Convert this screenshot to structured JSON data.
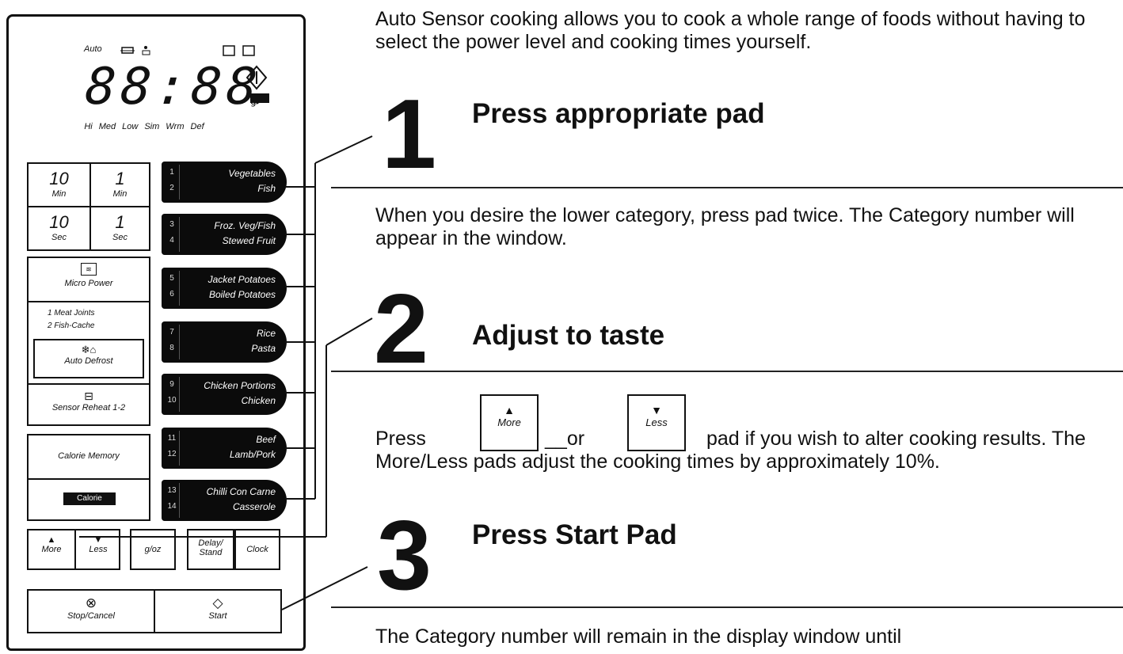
{
  "intro": "Auto Sensor cooking allows you to cook a whole range of foods without having to select the power level and cooking times yourself.",
  "steps": [
    {
      "number": "1",
      "heading": "Press appropriate pad",
      "body": "When you desire the lower category, press pad twice. The Category number will appear in the window."
    },
    {
      "number": "2",
      "heading": "Adjust to taste",
      "body_pre": "Press",
      "body_or": "or",
      "body_post": "pad if you wish to alter cooking results. The More/Less pads adjust the cooking times by approximately 10%."
    },
    {
      "number": "3",
      "heading": "Press Start Pad",
      "body": "The Category number will remain in the display window until"
    }
  ],
  "inline_pads": {
    "more": "More",
    "less": "Less"
  },
  "panel": {
    "display": {
      "top_indicators": [
        "Auto"
      ],
      "digits": "88:88",
      "bottom_indicators": [
        "Hi",
        "Med",
        "Low",
        "Sim",
        "Wrm",
        "Def"
      ]
    },
    "time_pads": [
      {
        "value": "10",
        "unit": "Min"
      },
      {
        "value": "1",
        "unit": "Min"
      },
      {
        "value": "10",
        "unit": "Sec"
      },
      {
        "value": "1",
        "unit": "Sec"
      }
    ],
    "micro_power": "Micro Power",
    "defrost_options": [
      "1 Meat Joints",
      "2 Fish-Cache"
    ],
    "auto_defrost": "Auto Defrost",
    "sensor_reheat": "Sensor Reheat 1-2",
    "calorie_memory": "Calorie Memory",
    "calorie": "Calorie",
    "category_pads": [
      {
        "nums": [
          "1",
          "2"
        ],
        "line1": "Vegetables",
        "line2": "Fish"
      },
      {
        "nums": [
          "3",
          "4"
        ],
        "line1": "Froz. Veg/Fish",
        "line2": "Stewed Fruit"
      },
      {
        "nums": [
          "5",
          "6"
        ],
        "line1": "Jacket Potatoes",
        "line2": "Boiled Potatoes"
      },
      {
        "nums": [
          "7",
          "8"
        ],
        "line1": "Rice",
        "line2": "Pasta"
      },
      {
        "nums": [
          "9",
          "10"
        ],
        "line1": "Chicken Portions",
        "line2": "Chicken"
      },
      {
        "nums": [
          "11",
          "12"
        ],
        "line1": "Beef",
        "line2": "Lamb/Pork"
      },
      {
        "nums": [
          "13",
          "14"
        ],
        "line1": "Chilli Con Carne",
        "line2": "Casserole"
      }
    ],
    "more": "More",
    "less": "Less",
    "weight": "g/oz",
    "delay_stand": "Delay/ Stand",
    "clock": "Clock",
    "stop_cancel": "Stop/Cancel",
    "start": "Start"
  }
}
